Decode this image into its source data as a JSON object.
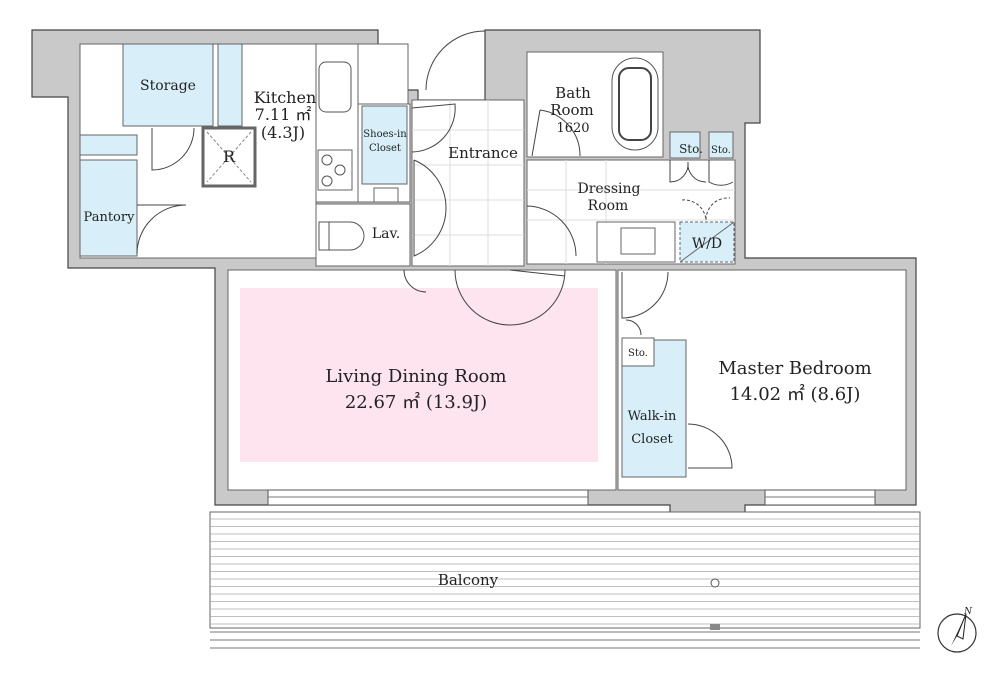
{
  "colors": {
    "wall": "#c9c9c9",
    "closet": "#d8eff9",
    "living": "#fde4ee"
  },
  "rooms": {
    "storage": "Storage",
    "kitchen": {
      "name": "Kitchen",
      "area": "7.11 ㎡",
      "tatami": "(4.3J)"
    },
    "fridge": "R",
    "pantory": "Pantory",
    "shoes_closet": [
      "Shoes-in",
      "Closet"
    ],
    "entrance": "Entrance",
    "lav": "Lav.",
    "bath": {
      "name1": "Bath",
      "name2": "Room",
      "size": "1620"
    },
    "sto1": "Sto.",
    "sto2": "Sto.",
    "dressing": [
      "Dressing",
      "Room"
    ],
    "wd": "W/D",
    "living": {
      "name": "Living Dining Room",
      "area": "22.67 ㎡ (13.9J)"
    },
    "sto3": "Sto.",
    "walkin": [
      "Walk-in",
      "Closet"
    ],
    "bedroom": {
      "name": "Master Bedroom",
      "area": "14.02 ㎡ (8.6J)"
    },
    "balcony": "Balcony"
  },
  "compass": "N"
}
